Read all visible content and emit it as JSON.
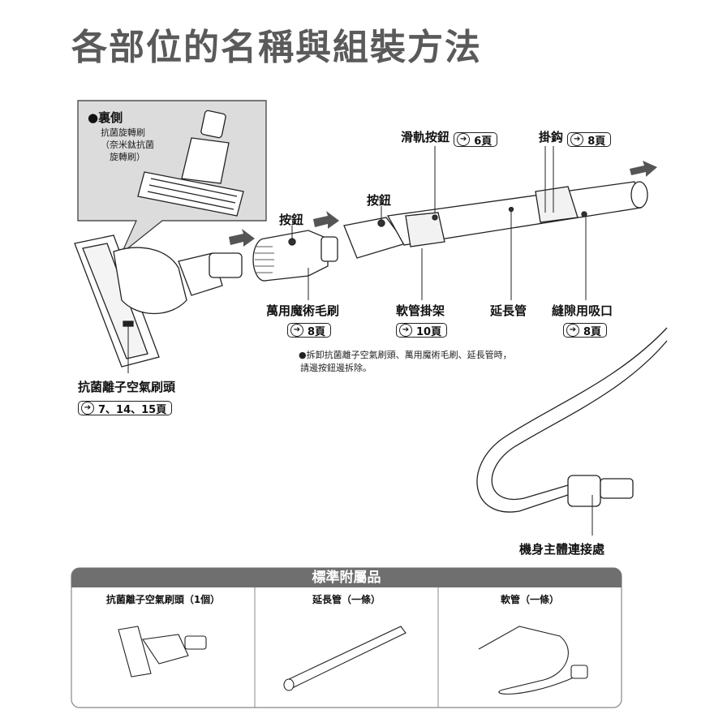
{
  "title": "各部位的名稱與組裝方法",
  "back_side": {
    "heading": "●裏側",
    "lines": [
      "抗菌旋轉刷",
      "（奈米鈦抗菌",
      "　旋轉刷）"
    ]
  },
  "parts": {
    "slide_button": {
      "label": "滑軌按鈕",
      "ref": "6頁"
    },
    "hook": {
      "label": "掛鈎",
      "ref": "8頁"
    },
    "button_mid": {
      "label": "按鈕"
    },
    "button_left": {
      "label": "按鈕"
    },
    "multi_brush": {
      "label": "萬用魔術毛刷",
      "ref": "8頁"
    },
    "hose_holder": {
      "label": "軟管掛架",
      "ref": "10頁"
    },
    "extension_pipe": {
      "label": "延長管"
    },
    "crevice_nozzle": {
      "label": "縫隙用吸口",
      "ref": "8頁"
    },
    "brush_head": {
      "label": "抗菌離子空氣刷頭",
      "ref": "7、14、15頁"
    },
    "body_connection": {
      "label": "機身主體連接處"
    }
  },
  "note": [
    "●拆卸抗菌離子空氣刷頭、萬用魔術毛刷、延長管時，",
    "請邊按鈕邊拆除。"
  ],
  "accessories": {
    "heading": "標準附屬品",
    "items": [
      "抗菌離子空氣刷頭（1個）",
      "延長管（一條）",
      "軟管（一條）"
    ]
  },
  "icons": {
    "arrow": "right-arrow-icon"
  }
}
